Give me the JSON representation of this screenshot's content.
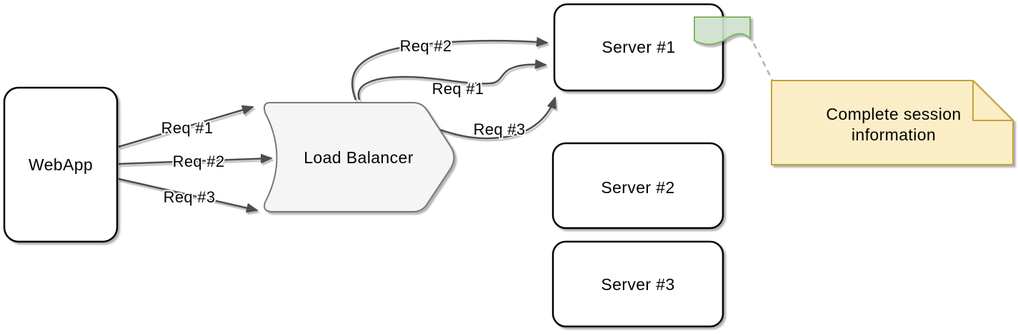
{
  "diagram": {
    "nodes": {
      "webapp": {
        "label": "WebApp"
      },
      "load_balancer": {
        "label": "Load Balancer"
      },
      "server1": {
        "label": "Server #1"
      },
      "server2": {
        "label": "Server #2"
      },
      "server3": {
        "label": "Server #3"
      }
    },
    "edges": {
      "client_req1": {
        "label": "Req #1"
      },
      "client_req2": {
        "label": "Req #2"
      },
      "client_req3": {
        "label": "Req #3"
      },
      "balancer_req1": {
        "label": "Req #1"
      },
      "balancer_req2": {
        "label": "Req #2"
      },
      "balancer_req3": {
        "label": "Req #3"
      }
    },
    "note": {
      "line1": "Complete session",
      "line2": "information"
    },
    "colors": {
      "background": "#ffffff",
      "node_fill": "#ffffff",
      "node_border": "#000000",
      "lb_fill": "#f5f5f5",
      "lb_border": "#787878",
      "doc_fill": "#d5e8d4",
      "doc_border": "#82b366",
      "note_fill": "#fbeec6",
      "note_border": "#c2a339",
      "arrow": "#4d4d4d",
      "link": "#b3b3b3",
      "text": "#000000"
    }
  }
}
